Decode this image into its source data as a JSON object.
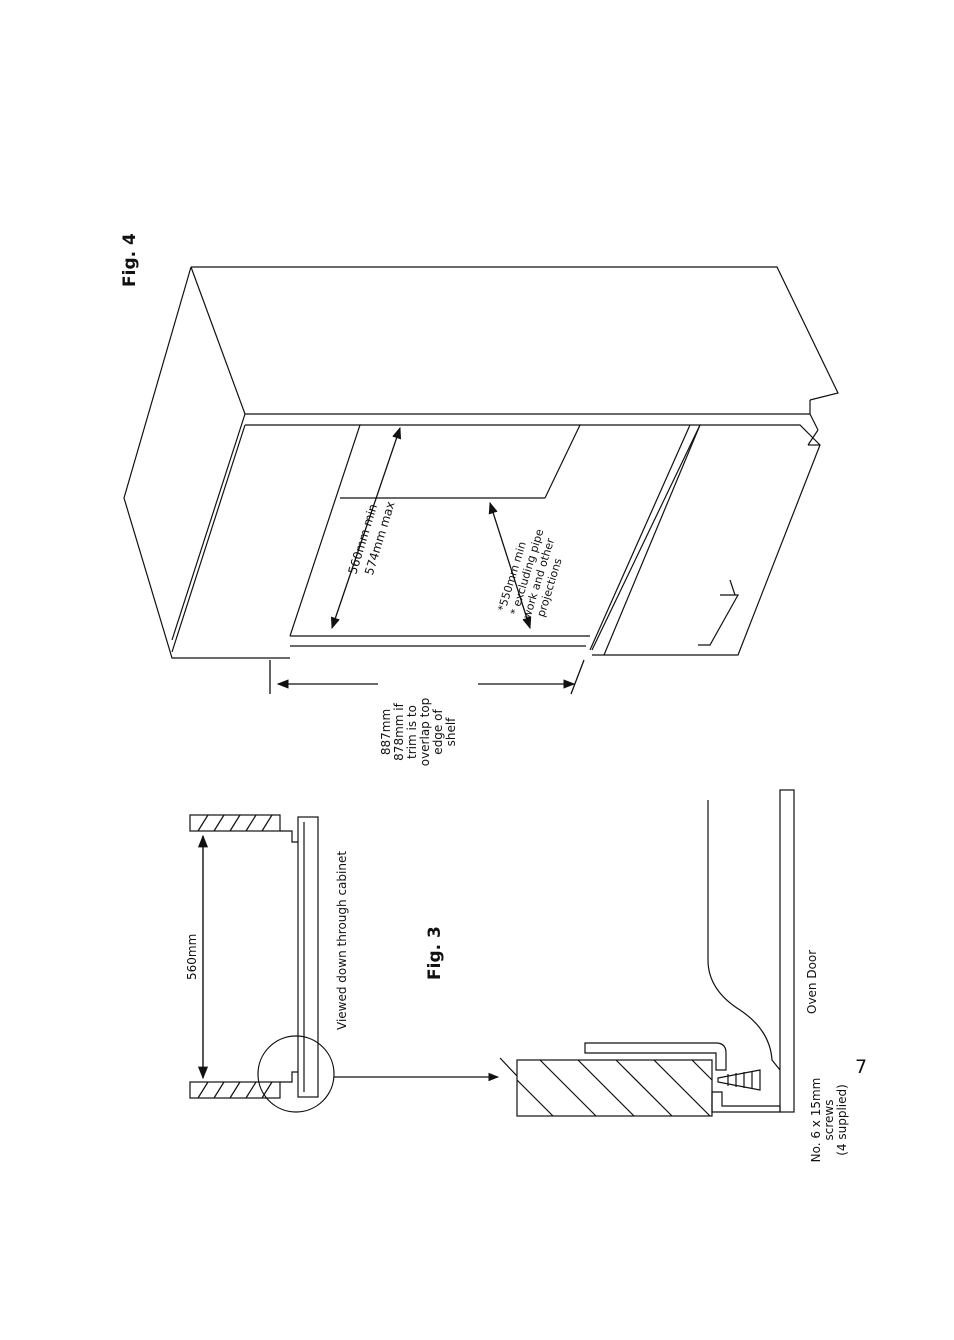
{
  "page_number": "7",
  "fig3": {
    "label": "Fig. 3",
    "width_label": "560mm",
    "view_caption": "Viewed down through cabinet",
    "oven_door_label": "Oven Door",
    "screws_label": [
      "No. 6 x 15mm",
      "screws",
      "(4 supplied)"
    ]
  },
  "fig4": {
    "label": "Fig. 4",
    "width_label": [
      "560mm min",
      "574mm max"
    ],
    "depth_label": [
      "*550mm min",
      "* excluding pipe",
      "work and other",
      "projections"
    ],
    "height_label": [
      "887mm",
      "878mm if",
      "trim is to",
      "overlap top",
      "edge of",
      "shelf"
    ]
  }
}
